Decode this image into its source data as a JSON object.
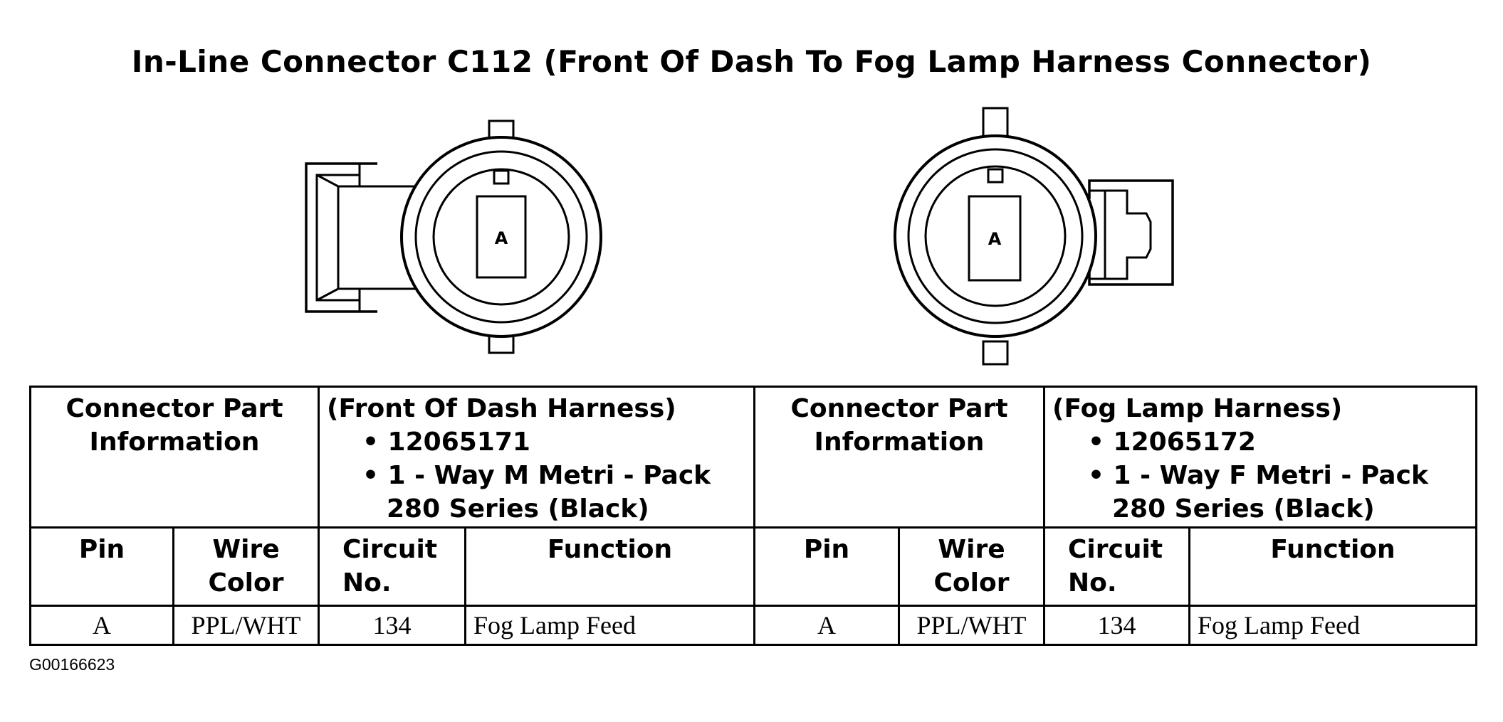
{
  "title": "In-Line Connector C112 (Front Of Dash To Fog Lamp Harness Connector)",
  "left_connector": {
    "pin_label": "A"
  },
  "right_connector": {
    "pin_label": "A"
  },
  "table": {
    "left": {
      "part_info_label": "Connector Part Information",
      "harness_name": "(Front Of Dash Harness)",
      "part_number": "• 12065171",
      "connector_type_line1": "• 1 - Way M Metri - Pack",
      "connector_type_line2": "280 Series (Black)",
      "headers": {
        "pin": "Pin",
        "wire_color": "Wire Color",
        "circuit_no": "Circuit No.",
        "function": "Function"
      },
      "row": {
        "pin": "A",
        "wire_color": "PPL/WHT",
        "circuit_no": "134",
        "function": "Fog Lamp Feed"
      }
    },
    "right": {
      "part_info_label": "Connector Part Information",
      "harness_name": "(Fog Lamp Harness)",
      "part_number": "• 12065172",
      "connector_type_line1": "• 1 - Way F Metri - Pack",
      "connector_type_line2": "280 Series (Black)",
      "headers": {
        "pin": "Pin",
        "wire_color": "Wire Color",
        "circuit_no": "Circuit No.",
        "function": "Function"
      },
      "row": {
        "pin": "A",
        "wire_color": "PPL/WHT",
        "circuit_no": "134",
        "function": "Fog Lamp Feed"
      }
    }
  },
  "figure_id": "G00166623"
}
